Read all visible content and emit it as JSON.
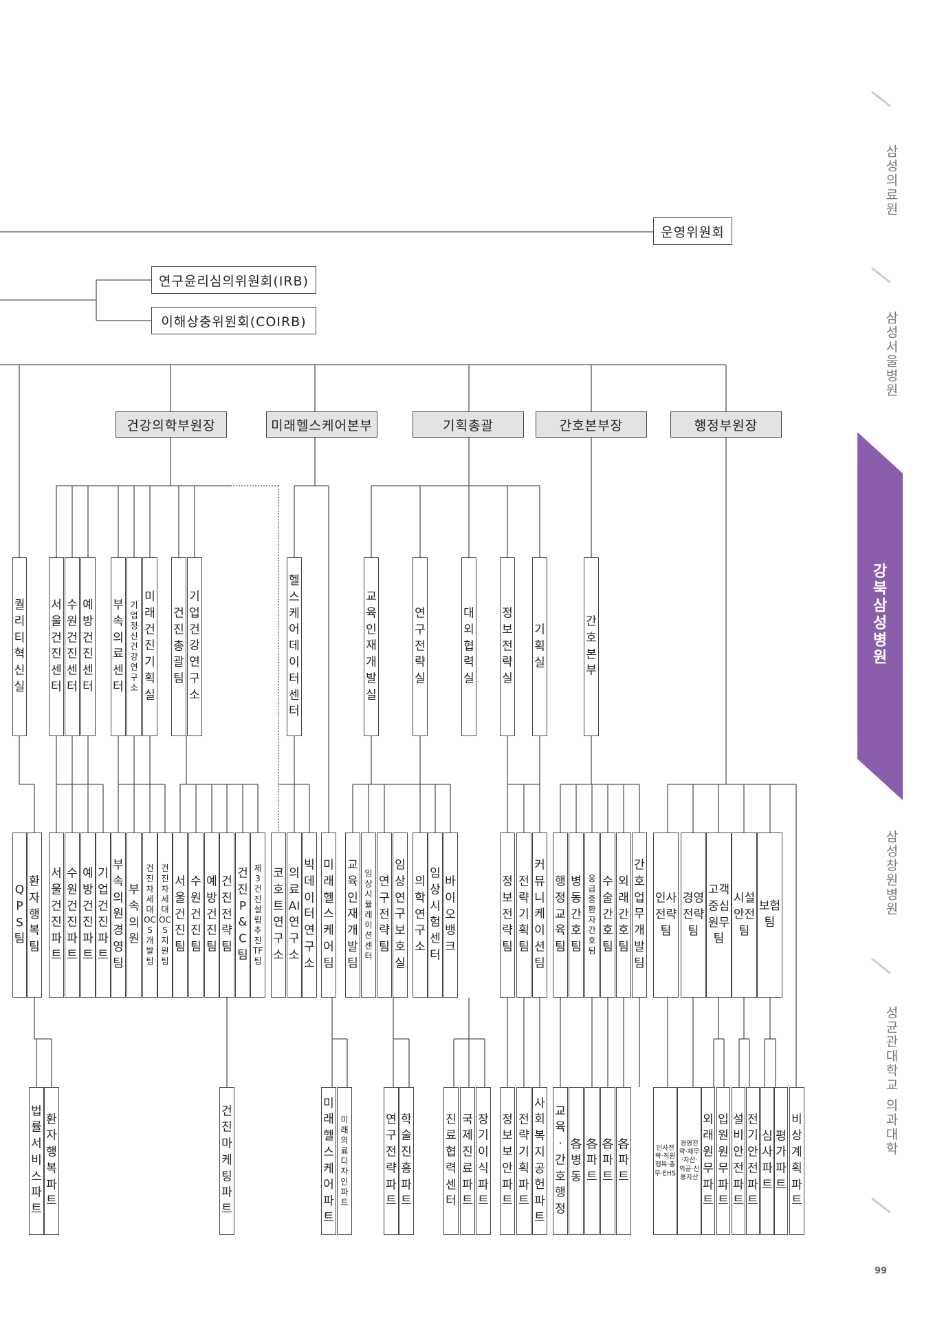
{
  "top_boxes": {
    "operation": "운영위원회",
    "irb": "연구윤리심의위원회(IRB)",
    "coirb": "이해상충위원회(COIRB)"
  },
  "divisions": [
    "건강의학부원장",
    "미래헬스케어본부",
    "기획총괄",
    "간호본부장",
    "행정부원장"
  ],
  "row1": [
    "퀄리티혁신실",
    "서울건진센터",
    "수원건진센터",
    "예방건진센터",
    "부속의료센터",
    "기업정신건강연구소",
    "미래건진기획실",
    "건진총괄팀",
    "기업건강연구소",
    "헬스케어데이터센터",
    "교육인재개발실",
    "연구전략실",
    "대외협력실",
    "정보전략실",
    "기획실",
    "간호본부"
  ],
  "row2": [
    "환자행복팀",
    "QPS팀",
    "서울건진파트",
    "수원건진파트",
    "예방건진파트",
    "기업건진파트",
    "부속의원경영팀",
    "부속의원",
    "건진차세대OCS개발팀",
    "건진차세대OCS지원팀",
    "서울건진팀",
    "수원건진팀",
    "예방건진팀",
    "건진전략팀",
    "건진P&C팀",
    "제3건진설립추진TF팀",
    "코호트연구소",
    "의료AI연구소",
    "빅데이터연구소",
    "미래헬스케어팀",
    "교육인재개발팀",
    "임상시뮬레이션센터",
    "연구전략팀",
    "임상연구보호실",
    "의학연구소",
    "임상시험센터",
    "바이오뱅크",
    "정보전략팀",
    "전략기획팀",
    "커뮤니케이션팀",
    "행정교육팀",
    "병동간호팀",
    "응급중환자간호팀",
    "수술간호팀",
    "외래간호팀",
    "간호업무개발팀",
    "인사전략팀",
    "경영전략팀",
    "고객중심원무팀",
    "시설안전팀",
    "보험팀"
  ],
  "row3": [
    "법률서비스파트",
    "환자행복파트",
    "건진마케팅파트",
    "미래헬스케어파트",
    "미래의료디자인파트",
    "연구전략파트",
    "학술진흥파트",
    "진료협력센터",
    "국제진료파트",
    "장기이식파트",
    "정보보안파트",
    "전략기획파트",
    "사회복지공헌파트",
    "교육·간호행정",
    "各병동",
    "各파트",
    "各파트",
    "各파트",
    "인사전략·직원행복·총무·EHS",
    "경영전략·재무·자산·의공·신용자산",
    "외래원무파트",
    "입원원무파트",
    "설비안전파트",
    "전기안전파트",
    "심사파트",
    "평가파트",
    "비상계획파트"
  ],
  "sidebar": {
    "items": [
      "삼성의료원",
      "삼성서울병원",
      "강북삼성병원",
      "삼성창원병원",
      "성균관대학교 의과대학"
    ],
    "active": "강북삼성병원",
    "accent": "#8a5eaa"
  },
  "page_number": "99"
}
